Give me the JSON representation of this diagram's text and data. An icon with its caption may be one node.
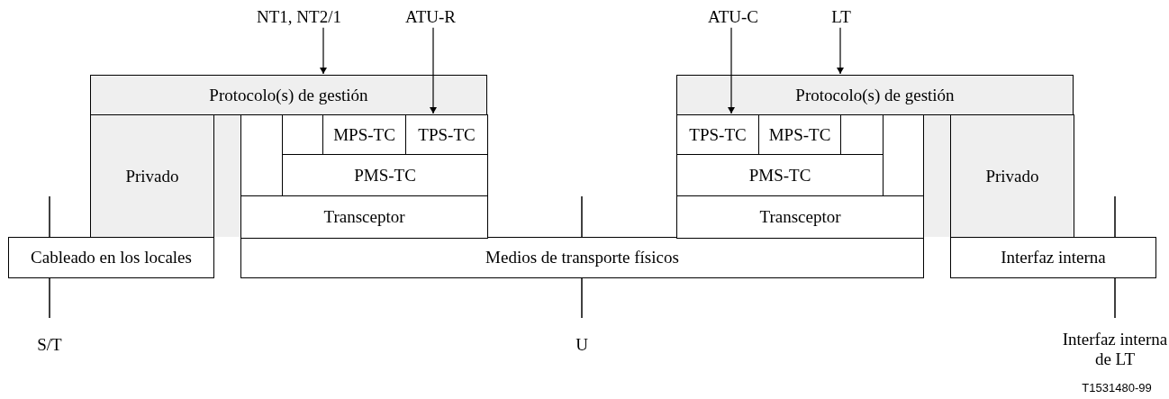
{
  "diagram": {
    "nodes": [
      {
        "text": [
          "NT1, NT2/1"
        ]
      },
      {
        "text": [
          "ATU-R"
        ]
      },
      {
        "text": [
          "ATU-C"
        ]
      },
      {
        "text": [
          "LT"
        ]
      },
      {
        "text": [
          "Protocolo(s) de gestión"
        ]
      },
      {
        "text": [
          "Protocolo(s) de gestión"
        ]
      },
      {
        "text": [],
        "shape": "box"
      },
      {
        "text": [],
        "shape": "box",
        "in": 6
      },
      {
        "text": [],
        "shape": "box",
        "in": 6
      },
      {
        "text": [
          "MPS-TC"
        ],
        "in": 6
      },
      {
        "text": [
          "TPS-TC"
        ],
        "in": 6
      },
      {
        "text": [
          "PMS-TC"
        ],
        "in": 6
      },
      {
        "text": [
          "Transceptor"
        ],
        "in": 6
      },
      {
        "text": [],
        "shape": "box"
      },
      {
        "text": [
          "TPS-TC"
        ],
        "in": 13
      },
      {
        "text": [
          "MPS-TC"
        ],
        "in": 13
      },
      {
        "text": [],
        "shape": "box",
        "in": 13
      },
      {
        "text": [],
        "shape": "box",
        "in": 13
      },
      {
        "text": [
          "PMS-TC"
        ],
        "in": 13
      },
      {
        "text": [
          "Transceptor"
        ],
        "in": 13
      },
      {
        "text": [
          "Privado"
        ]
      },
      {
        "text": [
          "Privado"
        ]
      },
      {
        "text": [
          "Cableado en los locales"
        ]
      },
      {
        "text": [
          "Medios de transporte físicos"
        ]
      },
      {
        "text": [
          "Interfaz interna"
        ]
      },
      {
        "text": [],
        "shape": "box"
      },
      {
        "text": [],
        "shape": "box"
      }
    ],
    "edges": [
      {
        "from": 0,
        "to": 4,
        "arrow": "to"
      },
      {
        "from": 1,
        "to": 6,
        "arrow": "to"
      },
      {
        "from": 2,
        "to": 13,
        "arrow": "to"
      },
      {
        "from": 3,
        "to": 5,
        "arrow": "to"
      }
    ],
    "labels": [
      "S/T",
      "U",
      "Interfaz interna de LT",
      "T1531480-99"
    ]
  }
}
